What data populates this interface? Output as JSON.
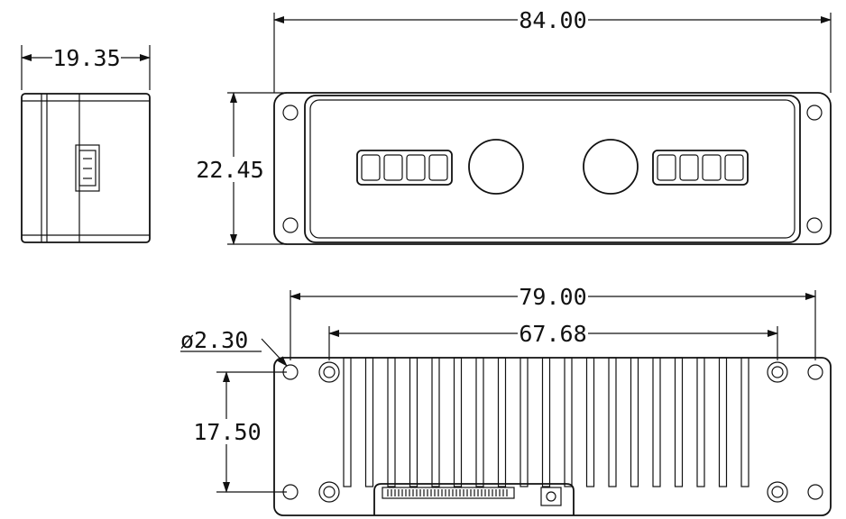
{
  "drawing": {
    "views": {
      "side": {
        "name": "side-view"
      },
      "front": {
        "name": "front-view"
      },
      "bottom": {
        "name": "bottom-view"
      }
    },
    "dimensions": {
      "side_width": "19.35",
      "front_width": "84.00",
      "front_height": "22.45",
      "hole_spacing_outer": "79.00",
      "hole_spacing_inner": "67.68",
      "hole_diameter": "ø2.30",
      "hole_vertical_spacing": "17.50"
    },
    "colors": {
      "line": "#111111",
      "background": "#ffffff"
    }
  }
}
